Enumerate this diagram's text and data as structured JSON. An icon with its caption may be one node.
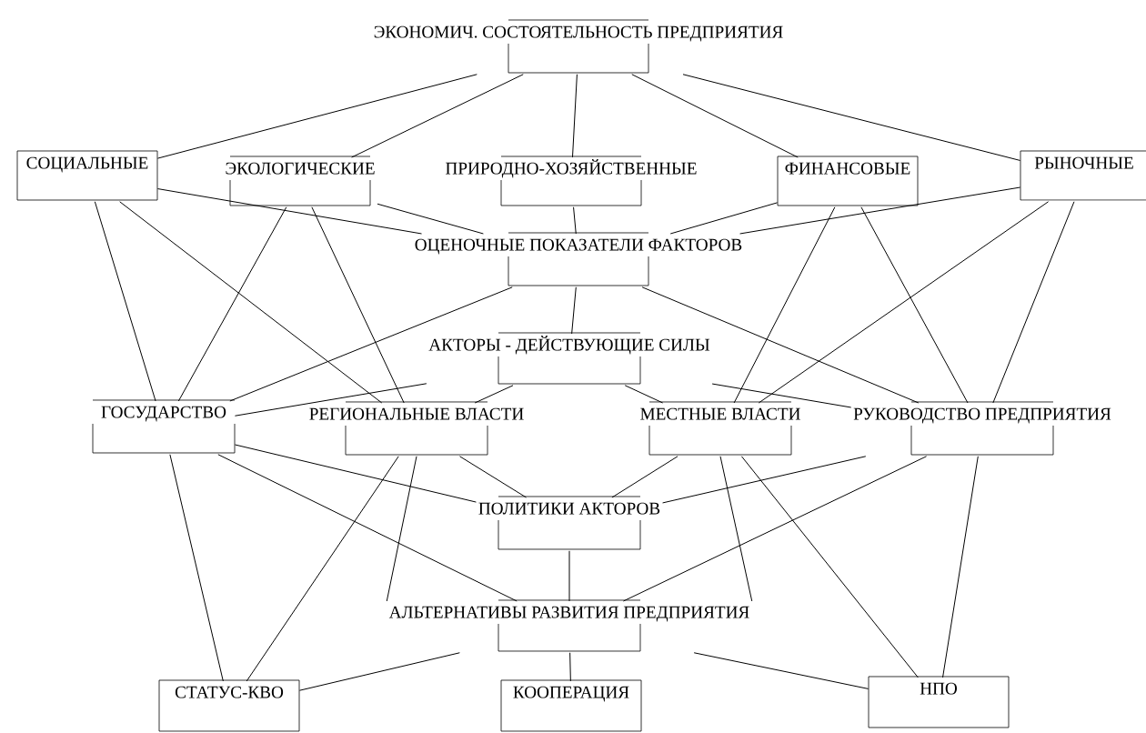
{
  "diagram": {
    "nodes": [
      {
        "text": [
          "ЭКОНОМИЧ. СОСТОЯТЕЛЬНОСТЬ ПРЕДПРИЯТИЯ"
        ]
      },
      {
        "text": [
          "СОЦИАЛЬНЫЕ"
        ]
      },
      {
        "text": [
          "ЭКОЛОГИЧЕСКИЕ"
        ]
      },
      {
        "text": [
          "ПРИРОДНО-ХОЗЯЙСТВЕННЫЕ"
        ]
      },
      {
        "text": [
          "ФИНАНСОВЫЕ"
        ]
      },
      {
        "text": [
          "РЫНОЧНЫЕ"
        ]
      },
      {
        "text": [
          "ОЦЕНОЧНЫЕ ПОКАЗАТЕЛИ ФАКТОРОВ"
        ]
      },
      {
        "text": [
          "АКТОРЫ - ДЕЙСТВУЮЩИЕ СИЛЫ"
        ]
      },
      {
        "text": [
          "ГОСУДАРСТВО"
        ]
      },
      {
        "text": [
          "РЕГИОНАЛЬНЫЕ ВЛАСТИ"
        ]
      },
      {
        "text": [
          "МЕСТНЫЕ ВЛАСТИ"
        ]
      },
      {
        "text": [
          "РУКОВОДСТВО ПРЕДПРИЯТИЯ"
        ]
      },
      {
        "text": [
          "ПОЛИТИКИ АКТОРОВ"
        ]
      },
      {
        "text": [
          "АЛЬТЕРНАТИВЫ РАЗВИТИЯ ПРЕДПРИЯТИЯ"
        ]
      },
      {
        "text": [
          "СТАТУС-КВО"
        ]
      },
      {
        "text": [
          "КООПЕРАЦИЯ"
        ]
      },
      {
        "text": [
          "НПО"
        ]
      }
    ],
    "edges": [
      {
        "from": 0,
        "to": 1,
        "arrow": "none"
      },
      {
        "from": 0,
        "to": 2,
        "arrow": "none"
      },
      {
        "from": 0,
        "to": 3,
        "arrow": "none"
      },
      {
        "from": 0,
        "to": 4,
        "arrow": "none"
      },
      {
        "from": 0,
        "to": 5,
        "arrow": "none"
      },
      {
        "from": 1,
        "to": 6,
        "arrow": "none"
      },
      {
        "from": 2,
        "to": 6,
        "arrow": "none"
      },
      {
        "from": 3,
        "to": 6,
        "arrow": "none"
      },
      {
        "from": 4,
        "to": 6,
        "arrow": "none"
      },
      {
        "from": 5,
        "to": 6,
        "arrow": "none"
      },
      {
        "from": 1,
        "to": 8,
        "arrow": "none"
      },
      {
        "from": 1,
        "to": 9,
        "arrow": "none"
      },
      {
        "from": 2,
        "to": 8,
        "arrow": "none"
      },
      {
        "from": 2,
        "to": 9,
        "arrow": "none"
      },
      {
        "from": 4,
        "to": 10,
        "arrow": "none"
      },
      {
        "from": 4,
        "to": 11,
        "arrow": "none"
      },
      {
        "from": 5,
        "to": 10,
        "arrow": "none"
      },
      {
        "from": 5,
        "to": 11,
        "arrow": "none"
      },
      {
        "from": 6,
        "to": 7,
        "arrow": "none"
      },
      {
        "from": 6,
        "to": 8,
        "arrow": "none"
      },
      {
        "from": 6,
        "to": 11,
        "arrow": "none"
      },
      {
        "from": 7,
        "to": 8,
        "arrow": "none"
      },
      {
        "from": 7,
        "to": 9,
        "arrow": "none"
      },
      {
        "from": 7,
        "to": 10,
        "arrow": "none"
      },
      {
        "from": 7,
        "to": 11,
        "arrow": "none"
      },
      {
        "from": 8,
        "to": 12,
        "arrow": "none"
      },
      {
        "from": 9,
        "to": 12,
        "arrow": "none"
      },
      {
        "from": 10,
        "to": 12,
        "arrow": "none"
      },
      {
        "from": 11,
        "to": 12,
        "arrow": "none"
      },
      {
        "from": 8,
        "to": 13,
        "arrow": "none"
      },
      {
        "from": 9,
        "to": 13,
        "arrow": "none"
      },
      {
        "from": 10,
        "to": 13,
        "arrow": "none"
      },
      {
        "from": 11,
        "to": 13,
        "arrow": "none"
      },
      {
        "from": 8,
        "to": 14,
        "arrow": "none"
      },
      {
        "from": 9,
        "to": 14,
        "arrow": "none"
      },
      {
        "from": 10,
        "to": 16,
        "arrow": "none"
      },
      {
        "from": 11,
        "to": 16,
        "arrow": "none"
      },
      {
        "from": 12,
        "to": 13,
        "arrow": "none"
      },
      {
        "from": 13,
        "to": 14,
        "arrow": "none"
      },
      {
        "from": 13,
        "to": 15,
        "arrow": "none"
      },
      {
        "from": 13,
        "to": 16,
        "arrow": "none"
      }
    ]
  }
}
